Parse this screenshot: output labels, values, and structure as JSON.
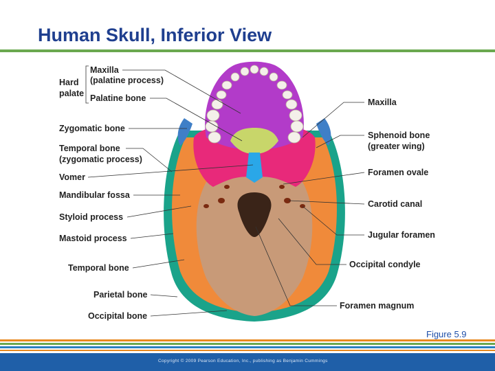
{
  "title": "Human Skull, Inferior View",
  "figure_label": "Figure 5.9",
  "copyright": "Copyright © 2009 Pearson Education, Inc., publishing as Benjamin Cummings",
  "colors": {
    "title": "#1f3f8f",
    "rule_top": "#6aa84f",
    "footer_bar": "#1f5fa8",
    "stripe_orange": "#e8891e",
    "stripe_green": "#6aa84f",
    "stripe_blue": "#2a7fc0",
    "maxilla": "#b23bc9",
    "palatine": "#9b7fd0",
    "sphenoid": "#e8297a",
    "temporal": "#f08a3a",
    "occipital": "#c89a78",
    "parietal": "#1aa38a",
    "zygomatic": "#3f7fc7",
    "vomer": "#2aa7e8",
    "teeth": "#f4f0ea"
  },
  "left_labels": {
    "hard_palate_line1": "Hard",
    "hard_palate_line2": "palate",
    "maxilla_palatine_line1": "Maxilla",
    "maxilla_palatine_line2": "(palatine process)",
    "palatine_bone": "Palatine bone",
    "zygomatic_bone": "Zygomatic bone",
    "temporal_zyg_line1": "Temporal bone",
    "temporal_zyg_line2": "(zygomatic process)",
    "vomer": "Vomer",
    "mandibular_fossa": "Mandibular fossa",
    "styloid_process": "Styloid process",
    "mastoid_process": "Mastoid process",
    "temporal_bone": "Temporal bone",
    "parietal_bone": "Parietal bone",
    "occipital_bone": "Occipital bone"
  },
  "right_labels": {
    "maxilla": "Maxilla",
    "sphenoid_line1": "Sphenoid bone",
    "sphenoid_line2": "(greater wing)",
    "foramen_ovale": "Foramen ovale",
    "carotid_canal": "Carotid canal",
    "jugular_foramen": "Jugular foramen",
    "occipital_condyle": "Occipital condyle",
    "foramen_magnum": "Foramen magnum"
  }
}
